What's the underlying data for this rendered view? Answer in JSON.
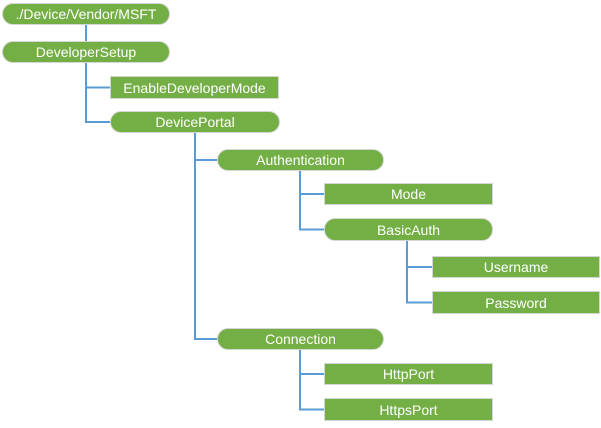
{
  "diagram": {
    "kind": "tree-diagram",
    "colors": {
      "node_fill": "#74AF45",
      "node_border": "#D6D6D6",
      "node_text": "#FFFFFF",
      "connector": "#5B9BD5",
      "background": "#FFFFFF"
    },
    "nodes": [
      {
        "label": "./Device/Vendor/MSFT",
        "shape": "pill",
        "level": 0,
        "parent": null
      },
      {
        "label": "DeveloperSetup",
        "shape": "pill",
        "level": 1,
        "parent": "./Device/Vendor/MSFT"
      },
      {
        "label": "EnableDeveloperMode",
        "shape": "rect",
        "level": 2,
        "parent": "DeveloperSetup"
      },
      {
        "label": "DevicePortal",
        "shape": "pill",
        "level": 2,
        "parent": "DeveloperSetup"
      },
      {
        "label": "Authentication",
        "shape": "pill",
        "level": 3,
        "parent": "DevicePortal"
      },
      {
        "label": "Mode",
        "shape": "rect",
        "level": 4,
        "parent": "Authentication"
      },
      {
        "label": "BasicAuth",
        "shape": "pill",
        "level": 4,
        "parent": "Authentication"
      },
      {
        "label": "Username",
        "shape": "rect",
        "level": 5,
        "parent": "BasicAuth"
      },
      {
        "label": "Password",
        "shape": "rect",
        "level": 5,
        "parent": "BasicAuth"
      },
      {
        "label": "Connection",
        "shape": "pill",
        "level": 3,
        "parent": "DevicePortal"
      },
      {
        "label": "HttpPort",
        "shape": "rect",
        "level": 4,
        "parent": "Connection"
      },
      {
        "label": "HttpsPort",
        "shape": "rect",
        "level": 4,
        "parent": "Connection"
      }
    ]
  }
}
